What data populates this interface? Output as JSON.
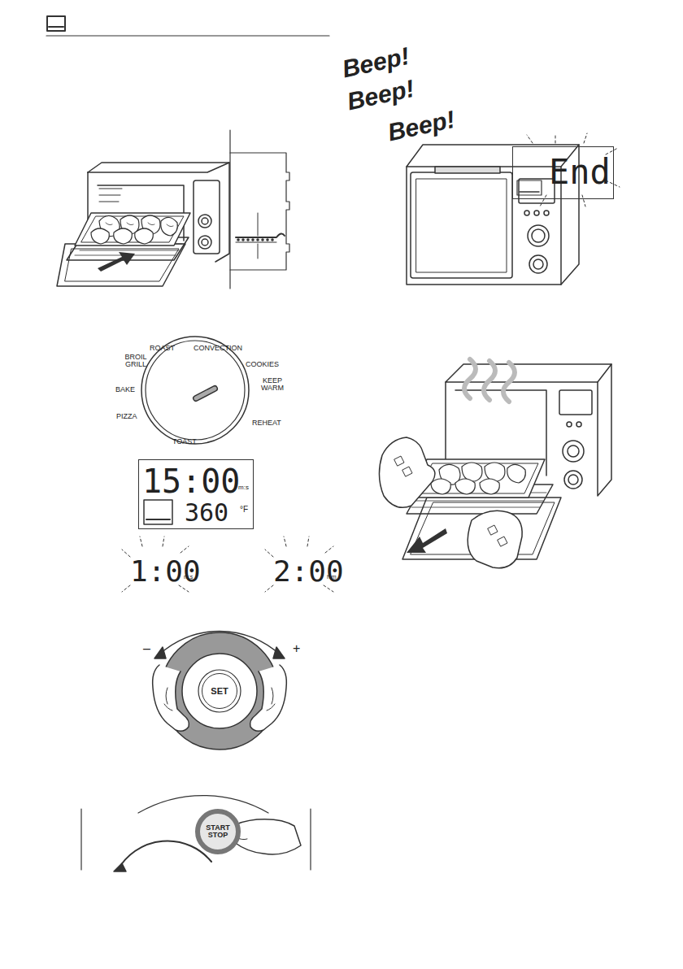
{
  "diagram": {
    "nodes": [
      {
        "text": [
          "15:00",
          "m:s",
          "360",
          "°F"
        ]
      },
      {
        "text": [
          "SET"
        ]
      },
      {
        "text": [
          "START STOP"
        ]
      },
      {
        "text": [
          "End"
        ]
      }
    ],
    "labels": [
      "Beep!",
      "Beep!",
      "Beep!",
      "ROAST",
      "CONVECTION",
      "COOKIES",
      "KEEP WARM",
      "REHEAT",
      "TOAST",
      "PIZZA",
      "BAKE",
      "BROIL GRILL",
      "1:00",
      "m:s",
      "2:00",
      "h:m",
      "–",
      "+"
    ]
  }
}
